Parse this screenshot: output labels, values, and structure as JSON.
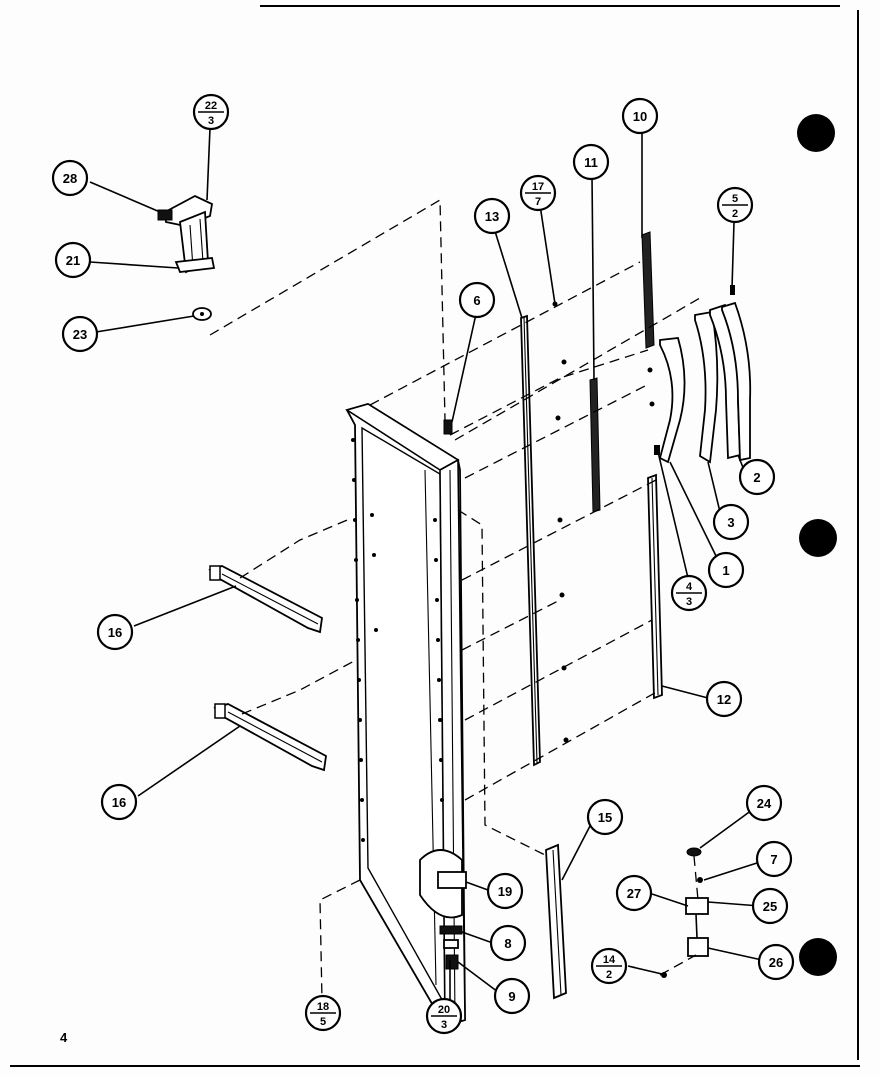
{
  "diagram": {
    "page_number": "4",
    "callouts": [
      {
        "id": "c10",
        "text": "10"
      },
      {
        "id": "c11",
        "text": "11"
      },
      {
        "id": "c13",
        "text": "13"
      },
      {
        "id": "c6",
        "text": "6"
      },
      {
        "id": "c28",
        "text": "28"
      },
      {
        "id": "c21",
        "text": "21"
      },
      {
        "id": "c23",
        "text": "23"
      },
      {
        "id": "c2",
        "text": "2"
      },
      {
        "id": "c3",
        "text": "3"
      },
      {
        "id": "c1",
        "text": "1"
      },
      {
        "id": "c16a",
        "text": "16"
      },
      {
        "id": "c16b",
        "text": "16"
      },
      {
        "id": "c12",
        "text": "12"
      },
      {
        "id": "c15",
        "text": "15"
      },
      {
        "id": "c24",
        "text": "24"
      },
      {
        "id": "c7",
        "text": "7"
      },
      {
        "id": "c27",
        "text": "27"
      },
      {
        "id": "c25",
        "text": "25"
      },
      {
        "id": "c26",
        "text": "26"
      },
      {
        "id": "c19",
        "text": "19"
      },
      {
        "id": "c8",
        "text": "8"
      },
      {
        "id": "c9",
        "text": "9"
      }
    ],
    "fraction_callouts": [
      {
        "id": "f22",
        "top": "22",
        "bottom": "3"
      },
      {
        "id": "f17",
        "top": "17",
        "bottom": "7"
      },
      {
        "id": "f5",
        "top": "5",
        "bottom": "2"
      },
      {
        "id": "f4",
        "top": "4",
        "bottom": "3"
      },
      {
        "id": "f14",
        "top": "14",
        "bottom": "2"
      },
      {
        "id": "f18",
        "top": "18",
        "bottom": "5"
      },
      {
        "id": "f20",
        "top": "20",
        "bottom": "3"
      }
    ]
  }
}
